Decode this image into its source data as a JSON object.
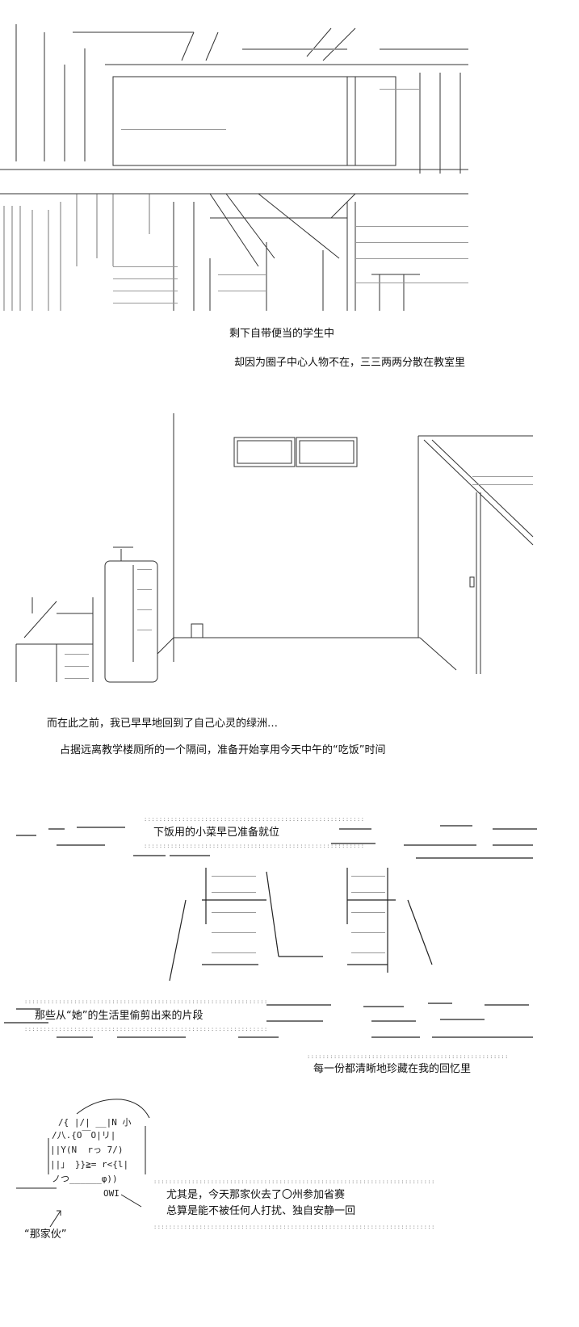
{
  "panel1": {
    "captions": [
      "剩下自带便当的学生中",
      "却因为圈子中心人物不在，三三两两分散在教室里"
    ]
  },
  "panel2": {
    "captions": [
      "而在此之前，我已早早地回到了自己心灵的绿洲…",
      "占据远离教学楼厕所的一个隔间，准备开始享用今天中午的“吃饭”时间"
    ]
  },
  "panel3": {
    "captions": [
      "下饭用的小菜早已准备就位",
      "那些从“她”的生活里偷剪出来的片段",
      "每一份都清晰地珍藏在我的回忆里"
    ]
  },
  "panel4": {
    "face_lines": [
      "/{ |/| __|N 小",
      "/八.{O￣O|リ|",
      "||Y(N  rっ 7/)",
      "||」 }}≧= r<{l|",
      "ノつ______φ))",
      "OWI"
    ],
    "captions": [
      "尤其是，今天那家伙去了〇州参加省赛",
      "总算是能不被任何人打扰、独自安静一回"
    ],
    "pointer_label": "“那家伙”"
  }
}
